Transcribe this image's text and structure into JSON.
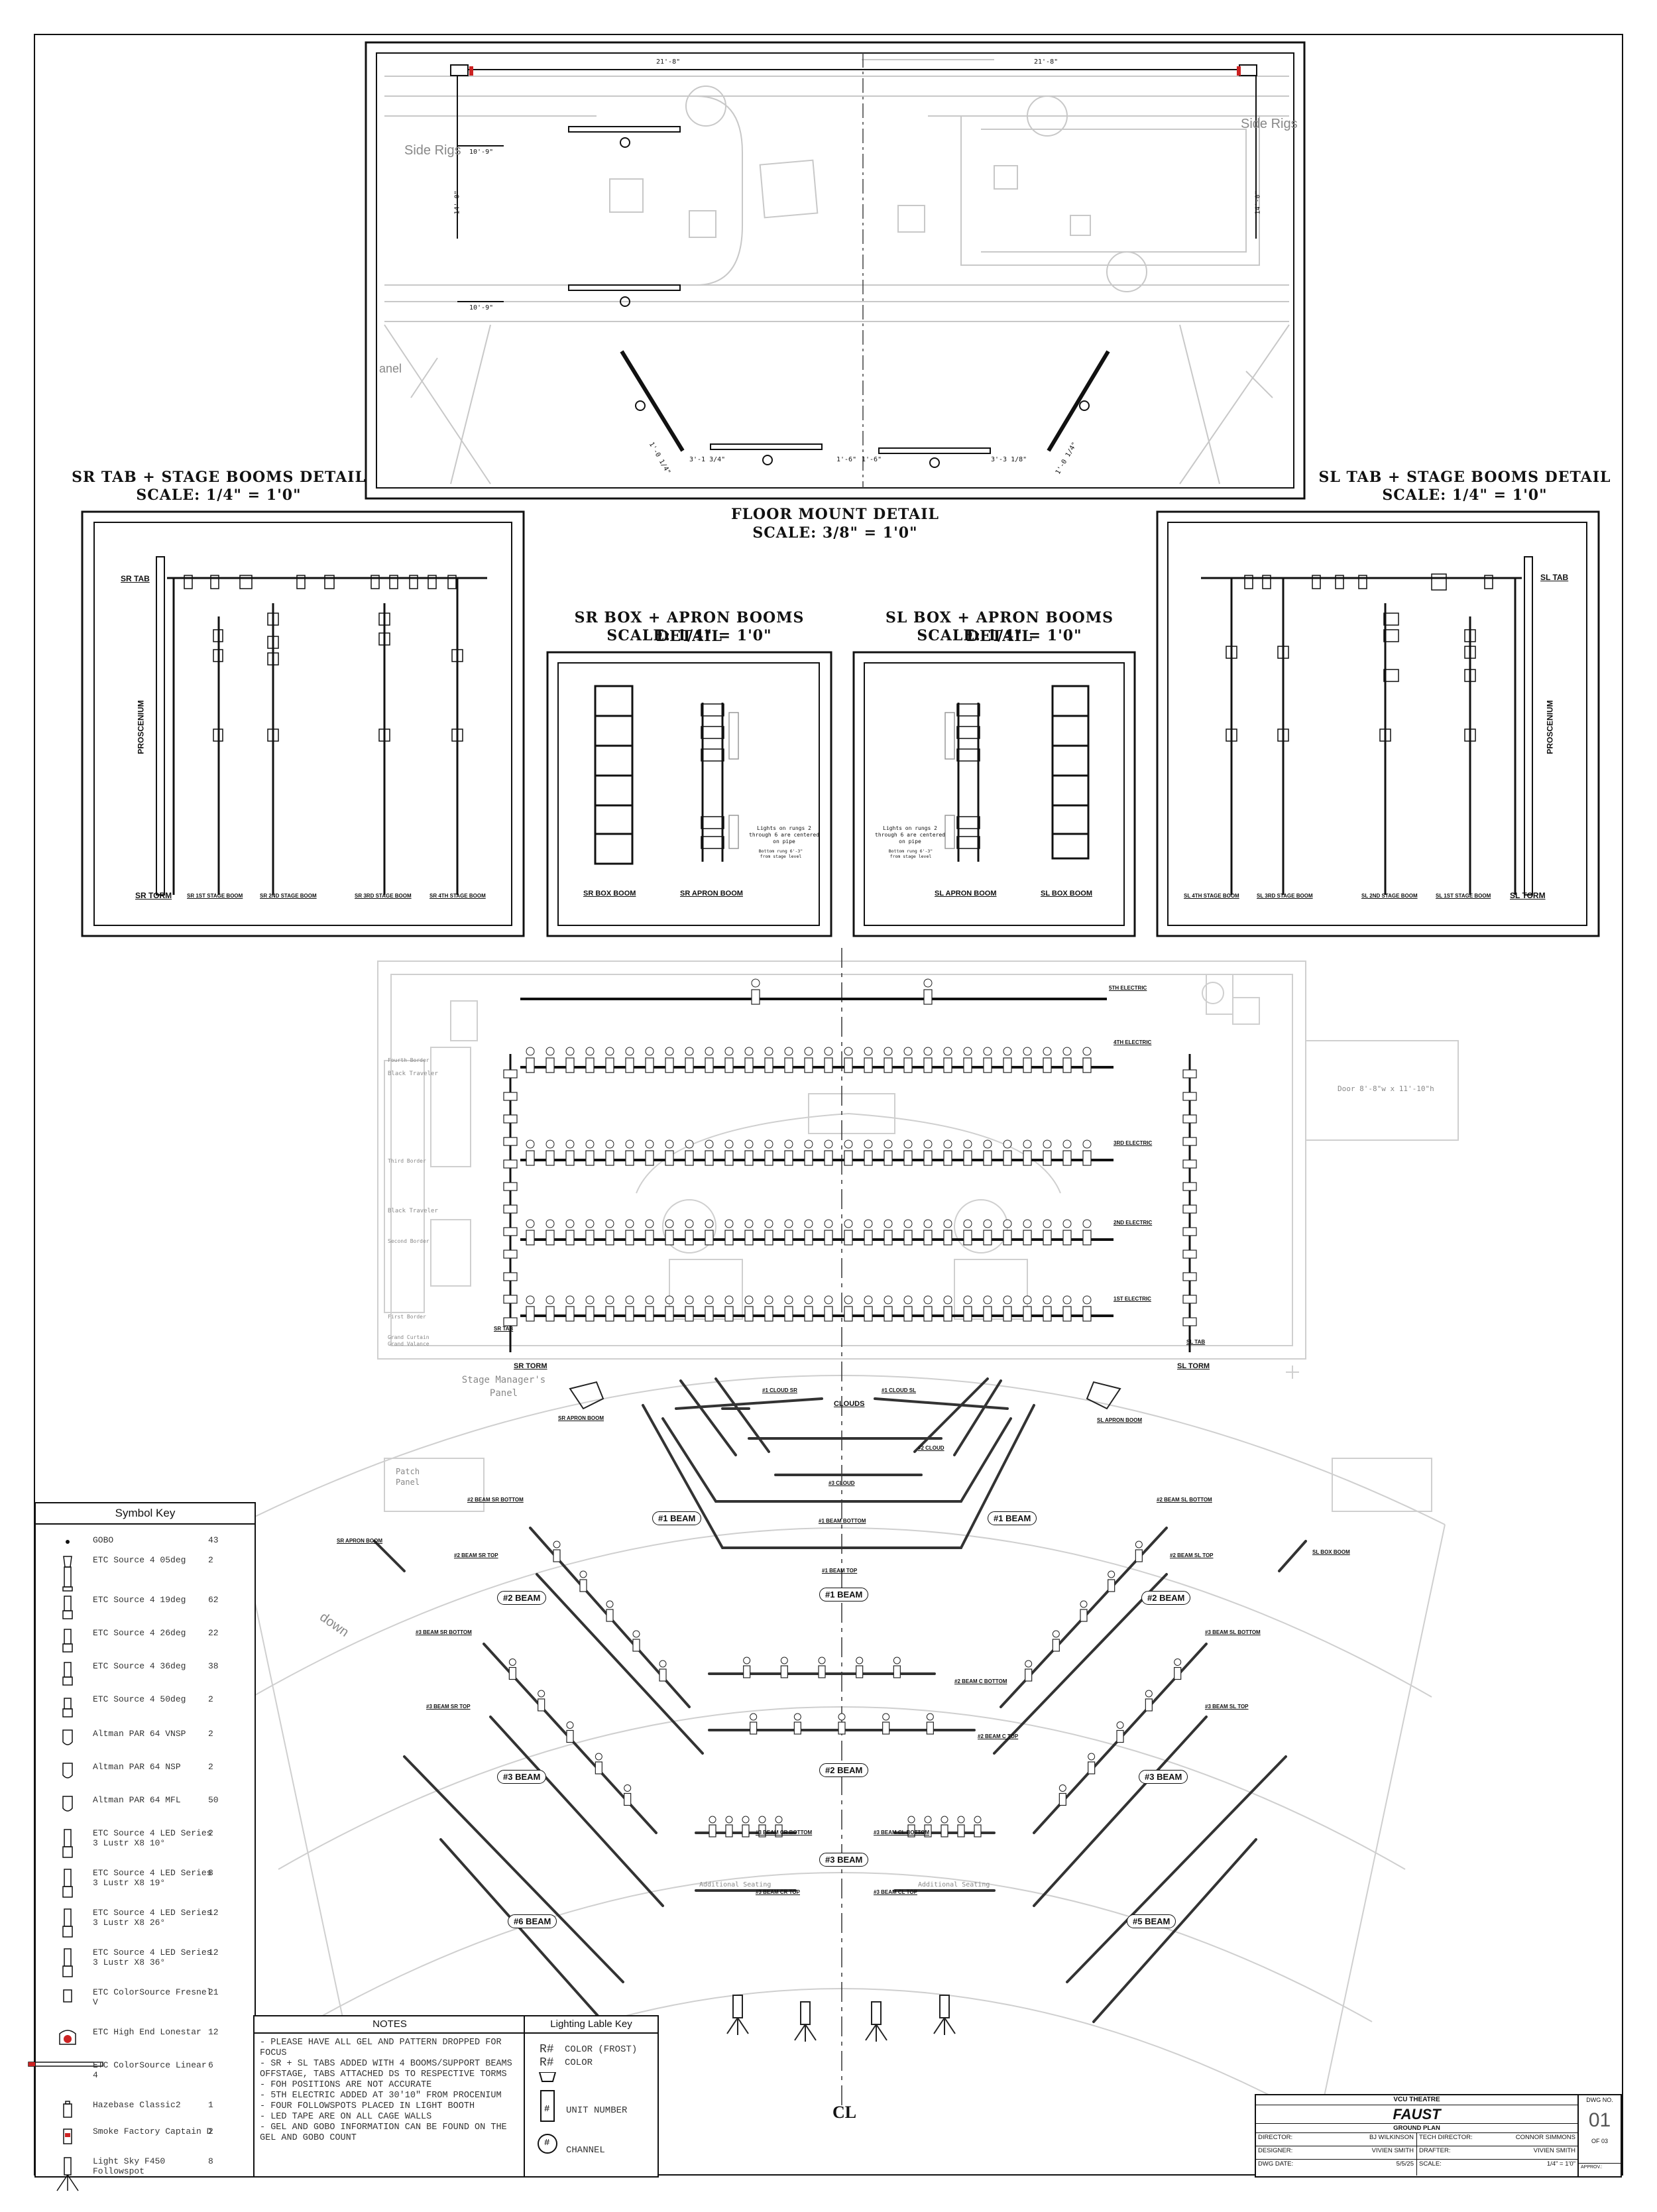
{
  "floor_mount_detail": {
    "title": "FLOOR MOUNT DETAIL",
    "scale": "SCALE: 3/8\" = 1'0\"",
    "side_rigs": "Side Rigs",
    "panel_fragment": "anel",
    "dims": {
      "top_left": "21'-8\"",
      "top_right": "21'-8\"",
      "left_upper": "10'-9\"",
      "left_lower": "10'-9\"",
      "left_vertical": "14'-0\"",
      "right_vertical": "14'-0\"",
      "bottom_left_a": "1'-0 1/4\"",
      "bottom_left_b": "3'-1 3/4\"",
      "bottom_mid_a": "1'-6\"",
      "bottom_mid_b": "1'-6\"",
      "bottom_right_a": "3'-3 1/8\"",
      "bottom_right_b": "1'-0 1/4\""
    }
  },
  "sr_tab_detail": {
    "title": "SR TAB + STAGE BOOMS DETAIL",
    "scale": "SCALE: 1/4\" = 1'0\"",
    "tab": "SR TAB",
    "proscenium": "PROSCENIUM",
    "labels": [
      "SR TORM",
      "SR 1ST STAGE BOOM",
      "SR 2ND STAGE BOOM",
      "SR 3RD STAGE BOOM",
      "SR 4TH STAGE BOOM"
    ]
  },
  "sl_tab_detail": {
    "title": "SL TAB + STAGE BOOMS DETAIL",
    "scale": "SCALE: 1/4\" = 1'0\"",
    "tab": "SL TAB",
    "proscenium": "PROSCENIUM",
    "labels": [
      "SL 4TH STAGE BOOM",
      "SL 3RD STAGE BOOM",
      "SL 2ND STAGE BOOM",
      "SL 1ST STAGE BOOM",
      "SL TORM"
    ]
  },
  "sr_box_detail": {
    "title": "SR BOX + APRON BOOMS DETAIL",
    "scale": "SCALE: 1/4\" = 1'0\"",
    "note": "Lights on rungs 2 through 6 are centered on pipe",
    "note2": "Bottom rung 6'-3\" from stage level",
    "labels": [
      "SR BOX BOOM",
      "SR APRON BOOM"
    ]
  },
  "sl_box_detail": {
    "title": "SL BOX + APRON BOOMS DETAIL",
    "scale": "SCALE: 1/4\" = 1'0\"",
    "note": "Lights on rungs 2 through 6 are centered on pipe",
    "note2": "Bottom rung 6'-3\" from stage level",
    "labels": [
      "SL APRON BOOM",
      "SL BOX BOOM"
    ]
  },
  "ground_plan": {
    "electrics": [
      "5TH ELECTRIC",
      "4TH ELECTRIC",
      "3RD ELECTRIC",
      "2ND ELECTRIC",
      "1ST ELECTRIC"
    ],
    "sr_torm": "SR TORM",
    "sl_torm": "SL TORM",
    "sl_tab": "SL TAB",
    "sr_tab": "SR TAB",
    "clouds": "CLOUDS",
    "cloud_sr": "#1 CLOUD SR",
    "cloud_sl": "#1 CLOUD SL",
    "cloud_2": "#2 CLOUD",
    "cloud_3": "#3 CLOUD",
    "sr_apron": "SR APRON BOOM",
    "sl_apron": "SL APRON BOOM",
    "sr_box": "SR APRON BOOM",
    "sl_box": "SL BOX BOOM",
    "beams": {
      "b1_left": "#1 BEAM",
      "b1_right": "#1 BEAM",
      "b1_center": "#1 BEAM",
      "b1_bottom": "#1 BEAM BOTTOM",
      "b1_top": "#1 BEAM TOP",
      "b2_left": "#2 BEAM",
      "b2_right": "#2 BEAM",
      "b2_center": "#2 BEAM",
      "b3_left": "#3 BEAM",
      "b3_right": "#3 BEAM",
      "b3_center": "#3 BEAM",
      "b6": "#6 BEAM",
      "b5": "#5 BEAM",
      "b2_sr_bottom": "#2 BEAM SR BOTTOM",
      "b2_sl_bottom": "#2 BEAM SL BOTTOM",
      "b2_sr_top": "#2 BEAM SR TOP",
      "b2_sl_top": "#2 BEAM SL TOP",
      "b3_sr_bottom": "#3 BEAM SR BOTTOM",
      "b3_sl_bottom": "#3 BEAM SL BOTTOM",
      "b3_sr_top": "#3 BEAM SR TOP",
      "b3_sl_top": "#3 BEAM SL TOP",
      "c_bottom": "#2 BEAM C BOTTOM",
      "c_top": "#2 BEAM C TOP",
      "cr_bottom": "#3 BEAM CR BOTTOM",
      "cl_bottom": "#3 BEAM CL BOTTOM",
      "cr_top": "#3 BEAM CR TOP",
      "cl_top": "#3 BEAM CL TOP"
    },
    "ghost": {
      "stage_manager": "Stage Manager's Panel",
      "patch_panel": "Patch Panel",
      "down": "down",
      "door": "Door 8'-8\"w x 11'-10\"h",
      "black_traveler": "Black Traveler",
      "third_border": "Third Border",
      "second_border": "Second Border",
      "first_border": "First Border",
      "fourth_border": "Fourth Border",
      "grand_curtain": "Grand Curtain",
      "grand_valance": "Grand Valance",
      "additional": "Additional Seating",
      "centerline": "CL"
    }
  },
  "symbol_key": {
    "title": "Symbol Key",
    "items": [
      {
        "name": "GOBO",
        "count": "43",
        "icon": "dot-icon"
      },
      {
        "name": "ETC Source 4 05deg",
        "count": "2",
        "icon": "ellipsoidal-long-icon"
      },
      {
        "name": "ETC Source 4 19deg",
        "count": "62",
        "icon": "ellipsoidal-icon"
      },
      {
        "name": "ETC Source 4 26deg",
        "count": "22",
        "icon": "ellipsoidal-icon"
      },
      {
        "name": "ETC Source 4 36deg",
        "count": "38",
        "icon": "ellipsoidal-icon"
      },
      {
        "name": "ETC Source 4 50deg",
        "count": "2",
        "icon": "ellipsoidal-short-icon"
      },
      {
        "name": "Altman PAR 64 VNSP",
        "count": "2",
        "icon": "par-icon"
      },
      {
        "name": "Altman PAR 64 NSP",
        "count": "2",
        "icon": "par-icon"
      },
      {
        "name": "Altman PAR 64 MFL",
        "count": "50",
        "icon": "par-icon"
      },
      {
        "name": "ETC Source 4 LED Series 3 Lustr X8 10°",
        "count": "2",
        "icon": "led-ellipsoidal-icon"
      },
      {
        "name": "ETC Source 4 LED Series 3 Lustr X8 19°",
        "count": "8",
        "icon": "led-ellipsoidal-icon"
      },
      {
        "name": "ETC Source 4 LED Series 3 Lustr X8 26°",
        "count": "12",
        "icon": "led-ellipsoidal-icon"
      },
      {
        "name": "ETC Source 4 LED Series 3 Lustr X8 36°",
        "count": "12",
        "icon": "led-ellipsoidal-icon"
      },
      {
        "name": "ETC ColorSource Fresnel V",
        "count": "21",
        "icon": "fresnel-icon"
      },
      {
        "name": "ETC High End Lonestar",
        "count": "12",
        "icon": "moving-light-icon"
      },
      {
        "name": "ETC ColorSource Linear 4",
        "count": "6",
        "icon": "linear-strip-icon"
      },
      {
        "name": "Hazebase Classic2",
        "count": "1",
        "icon": "hazer-icon"
      },
      {
        "name": "Smoke Factory Captain D",
        "count": "2",
        "icon": "smoke-machine-icon"
      },
      {
        "name": "Light Sky F450 Followspot",
        "count": "8",
        "icon": "followspot-icon"
      }
    ]
  },
  "notes": {
    "title": "NOTES",
    "lines": [
      "- PLEASE HAVE ALL GEL AND PATTERN DROPPED FOR FOCUS",
      "- SR + SL TABS ADDED WITH 4 BOOMS/SUPPORT BEAMS OFFSTAGE, TABS ATTACHED DS TO RESPECTIVE TORMS",
      "- FOH POSITIONS ARE NOT ACCURATE",
      "- 5TH ELECTRIC ADDED AT 30'10\" FROM PROCENIUM",
      "- FOUR FOLLOWSPOTS PLACED IN LIGHT BOOTH",
      "- LED TAPE ARE ON ALL CAGE WALLS",
      "- GEL AND GOBO INFORMATION CAN BE FOUND ON THE GEL AND GOBO COUNT"
    ]
  },
  "lighting_key": {
    "title": "Lighting Lable Key",
    "r1": "R#",
    "r1_text": "COLOR (FROST)",
    "r2": "R#",
    "r2_text": "COLOR",
    "unit_symbol": "#",
    "unit_text": "UNIT NUMBER",
    "channel_symbol": "#",
    "channel_text": "CHANNEL"
  },
  "title_block": {
    "theatre": "VCU THEATRE",
    "show": "FAUST",
    "plate": "GROUND PLAN",
    "dwg_no_label": "DWG NO.",
    "dwg_no": "01",
    "of": "OF 03",
    "director_label": "DIRECTOR:",
    "director": "BJ WILKINSON",
    "tech_director_label": "TECH DIRECTOR:",
    "tech_director": "CONNOR SIMMONS",
    "designer_label": "DESIGNER:",
    "designer": "VIVIEN SMITH",
    "drafter_label": "DRAFTER:",
    "drafter": "VIVIEN SMITH",
    "dwg_date_label": "DWG DATE:",
    "dwg_date": "5/5/25",
    "scale_label": "SCALE:",
    "scale": "1/4\" = 1'0\"",
    "approval": "APPROV.:"
  },
  "colors": {
    "ink": "#111111",
    "ghost": "#bbbbbb",
    "accent": "#cc2222"
  }
}
